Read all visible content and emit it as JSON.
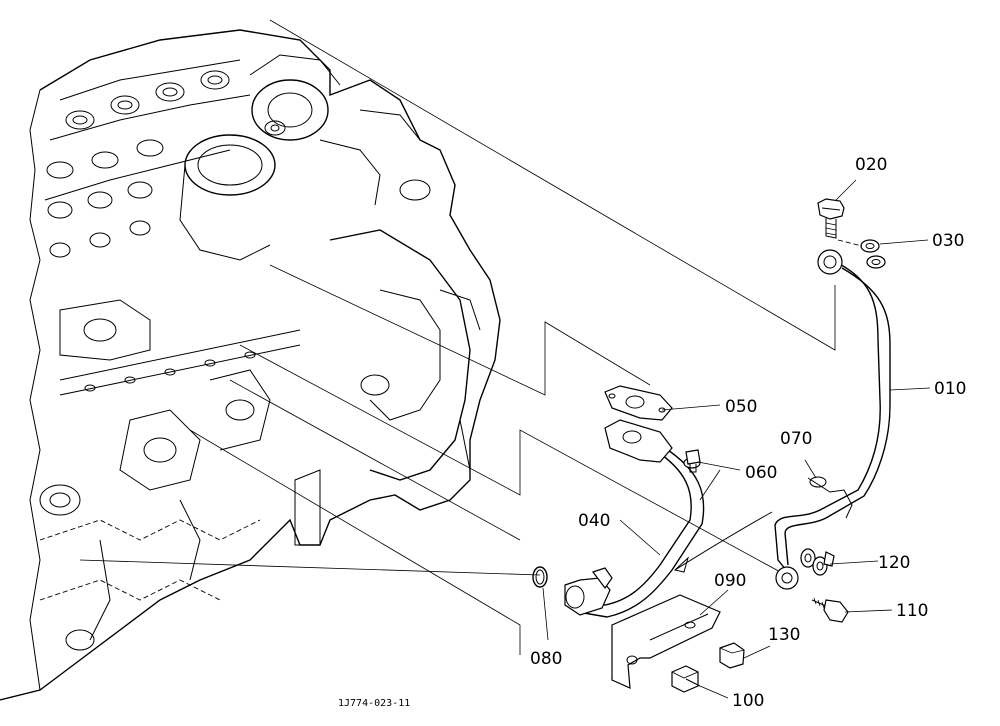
{
  "labels": {
    "p010": "010",
    "p020": "020",
    "p030": "030",
    "p040": "040",
    "p050": "050",
    "p060": "060",
    "p070": "070",
    "p080": "080",
    "p090": "090",
    "p100": "100",
    "p110": "110",
    "p120": "120",
    "p130": "130"
  },
  "drawing_number": "1J774-023-11"
}
